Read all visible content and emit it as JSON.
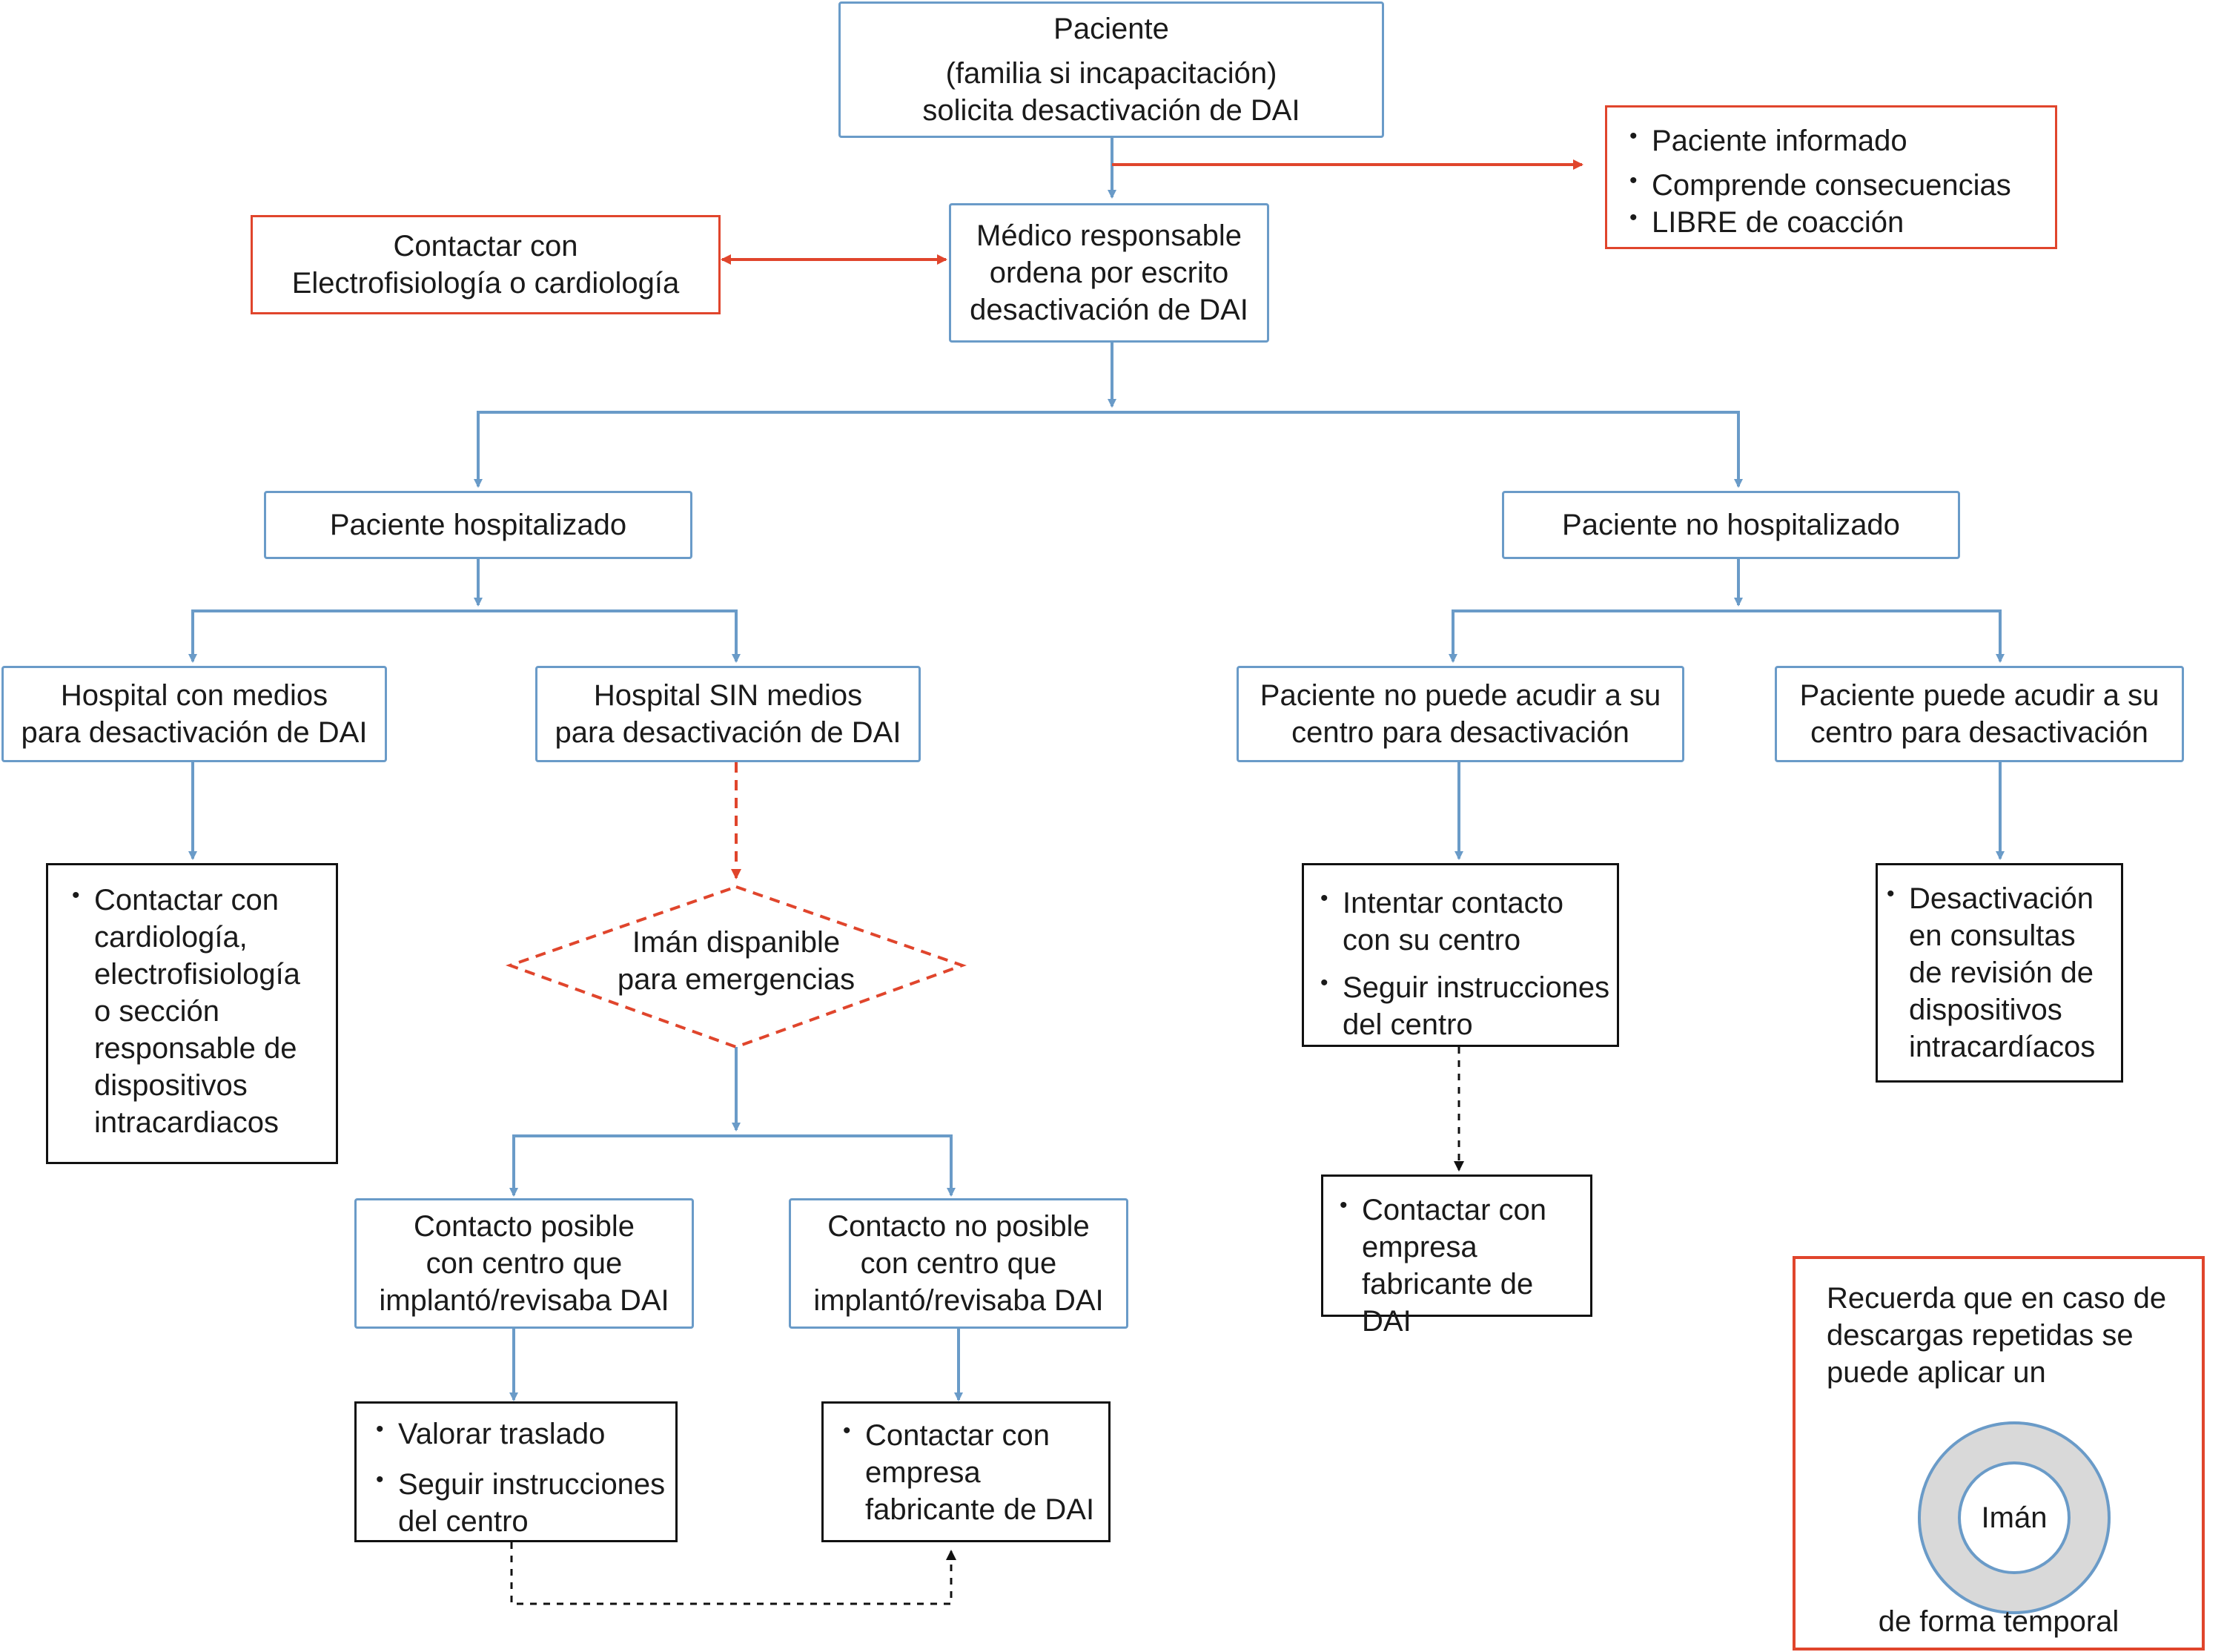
{
  "colors": {
    "flow_blue": "#6a9bc8",
    "alert_red": "#e0452c",
    "black": "#111111",
    "magnet_ring": "#d9d9d9"
  },
  "nodes": {
    "request": [
      "Paciente",
      "(familia si incapacitación)",
      "solicita desactivación de DAI"
    ],
    "conditions": [
      "Paciente  informado",
      "Comprende consecuencias",
      "LIBRE de coacción"
    ],
    "doctor": [
      "Médico responsable",
      "ordena por escrito",
      "desactivación de DAI"
    ],
    "contact_ep": [
      "Contactar con",
      "Electrofisiología o cardiología"
    ],
    "hospitalized": "Paciente hospitalizado",
    "not_hospitalized": "Paciente  no hospitalizado",
    "hosp_with": [
      "Hospital con medios",
      "para desactivación de DAI"
    ],
    "hosp_without": [
      "Hospital SIN medios",
      "para desactivación de DAI"
    ],
    "cannot_go": [
      "Paciente no puede acudir a su",
      "centro para desactivación"
    ],
    "can_go": [
      "Paciente puede acudir a su",
      "centro para desactivación"
    ],
    "hosp_with_action": [
      "Contactar con\ncardiología,\nelectrofisiología\no sección\nresponsable de\ndispositivos\nintracardiacos"
    ],
    "magnet_available": [
      "Imán dispanible",
      "para emergencias"
    ],
    "contact_possible": [
      "Contacto posible",
      "con centro que",
      "implantó/revisaba DAI"
    ],
    "contact_not_possible": [
      "Contacto no posible",
      "con centro que",
      "implantó/revisaba DAI"
    ],
    "possible_action": [
      "Valorar traslado",
      "Seguir instrucciones\ndel centro"
    ],
    "not_possible_action": [
      "Contactar con\nempresa\nfabricante de DAI"
    ],
    "cannot_go_action": [
      "Intentar contacto\ncon su centro",
      "Seguir instrucciones\ndel centro"
    ],
    "cannot_go_fallback": [
      "Contactar con\nempresa\nfabricante de DAI"
    ],
    "can_go_action": [
      "Desactivación\nen consultas\nde revisión de\ndispositivos\nintracardíacos"
    ]
  },
  "note": {
    "lines": [
      "Recuerda que en caso de",
      "descargas repetidas se",
      "puede aplicar un"
    ],
    "magnet_label": "Imán",
    "footer": "de forma temporal"
  }
}
